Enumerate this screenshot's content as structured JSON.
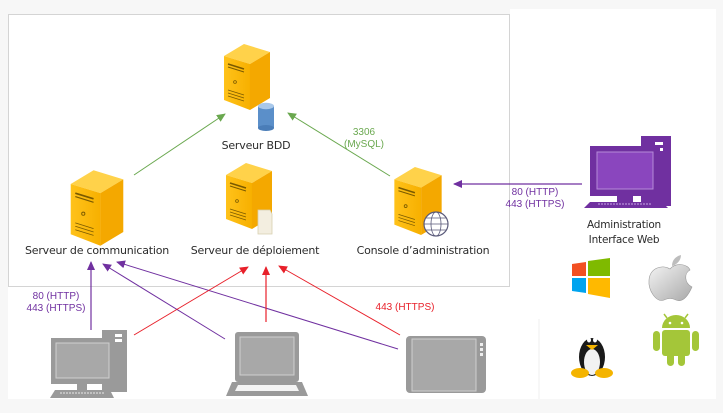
{
  "diagram": {
    "colors": {
      "server": "#f7b500",
      "server_dark": "#e09a00",
      "green_link": "#6aa84f",
      "purple_link": "#7030a0",
      "red_link": "#e8202a",
      "client_device": "#9a9a9a",
      "admin_pc": "#7030a0"
    },
    "servers": {
      "bdd": {
        "label": "Serveur BDD",
        "overlay_icon": "database-icon"
      },
      "communication": {
        "label": "Serveur de communication",
        "overlay_icon": "none"
      },
      "deploiement": {
        "label": "Serveur de déploiement",
        "overlay_icon": "document-icon"
      },
      "console": {
        "label": "Console d’administration",
        "overlay_icon": "globe-icon"
      }
    },
    "admin_interface": {
      "label_line1": "Administration",
      "label_line2": "Interface Web"
    },
    "ports": {
      "mysql": {
        "line1": "3306",
        "line2": "(MySQL)"
      },
      "admin_http": {
        "line1": "80 (HTTP)",
        "line2": "443 (HTTPS)"
      },
      "client_http": {
        "line1": "80 (HTTP)",
        "line2": "443 (HTTPS)"
      },
      "client_https": {
        "line1": "443 (HTTPS)"
      }
    },
    "clients": [
      {
        "type": "desktop",
        "icon": "desktop-computer-icon"
      },
      {
        "type": "laptop",
        "icon": "laptop-icon"
      },
      {
        "type": "tablet",
        "icon": "tablet-icon"
      }
    ],
    "operating_systems": [
      {
        "name": "Windows",
        "icon": "windows-logo-icon"
      },
      {
        "name": "Apple",
        "icon": "apple-logo-icon"
      },
      {
        "name": "Linux",
        "icon": "linux-tux-icon"
      },
      {
        "name": "Android",
        "icon": "android-logo-icon"
      }
    ],
    "connections": [
      {
        "from": "communication",
        "to": "bdd",
        "color": "green"
      },
      {
        "from": "console",
        "to": "bdd",
        "color": "green",
        "port": "mysql"
      },
      {
        "from": "admin_interface",
        "to": "console",
        "color": "purple",
        "port": "admin_http"
      },
      {
        "from": "desktop",
        "to": "communication",
        "color": "purple",
        "port": "client_http"
      },
      {
        "from": "laptop",
        "to": "communication",
        "color": "purple"
      },
      {
        "from": "tablet",
        "to": "communication",
        "color": "purple"
      },
      {
        "from": "desktop",
        "to": "deploiement",
        "color": "red"
      },
      {
        "from": "laptop",
        "to": "deploiement",
        "color": "red"
      },
      {
        "from": "tablet",
        "to": "deploiement",
        "color": "red",
        "port": "client_https"
      }
    ]
  }
}
